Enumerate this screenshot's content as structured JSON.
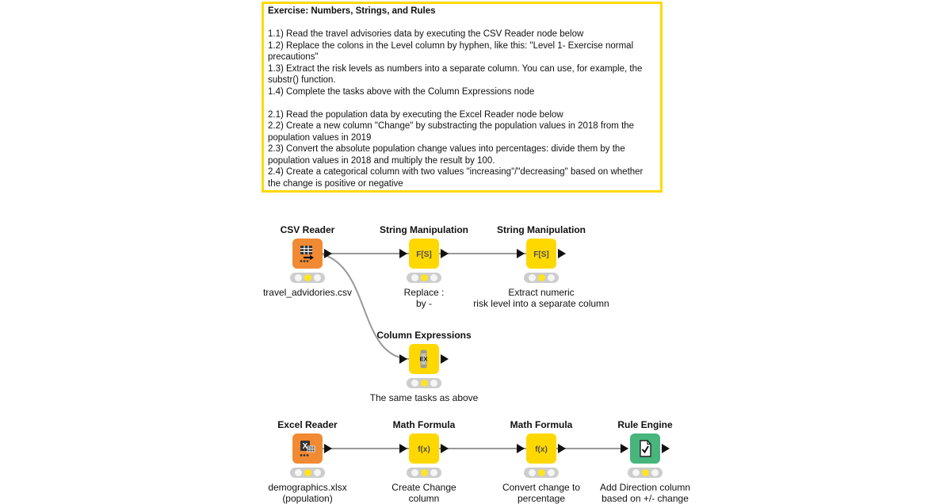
{
  "annotation": {
    "title": "Exercise: Numbers, Strings, and Rules",
    "section1": [
      "1.1) Read the travel advisories data by executing the CSV Reader node below",
      "1.2) Replace the colons in the Level column by hyphen, like this: \"Level 1- Exercise normal precautions\"",
      "1.3) Extract the risk levels as numbers into a separate column. You can use, for example, the substr() function.",
      "1.4) Complete the tasks above with the Column Expressions node"
    ],
    "section2": [
      "2.1) Read the population data by executing the Excel Reader node below",
      "2.2) Create a new column \"Change\" by substracting the population values in 2018 from the population values in 2019",
      "2.3) Convert the absolute population change values into percentages: divide them by the population values in 2018 and multiply the result by 100.",
      "2.4) Create a categorical column with two values \"increasing\"/\"decreasing\" based on whether the change is positive or negative"
    ]
  },
  "nodes": [
    {
      "title": "CSV Reader",
      "comment": "travel_advidories.csv",
      "status": "configured"
    },
    {
      "title": "String Manipulation",
      "icon_label": "F[S]",
      "comment": "Replace :\nby -",
      "status": "configured"
    },
    {
      "title": "String Manipulation",
      "icon_label": "F[S]",
      "comment": "Extract numeric\nrisk level into a separate column",
      "status": "configured"
    },
    {
      "title": "Column Expressions",
      "icon_label": "EX",
      "comment": "The same tasks as above",
      "status": "configured"
    },
    {
      "title": "Excel Reader",
      "icon_label": "X",
      "comment": "demographics.xlsx\n(population)",
      "status": "configured"
    },
    {
      "title": "Math Formula",
      "icon_label": "f(x)",
      "comment": "Create Change\ncolumn",
      "status": "configured"
    },
    {
      "title": "Math Formula",
      "icon_label": "f(x)",
      "comment": "Convert change to\npercentage",
      "status": "configured"
    },
    {
      "title": "Rule Engine",
      "comment": "Add Direction column\nbased on +/- change",
      "status": "configured"
    }
  ],
  "colors": {
    "reader_node": "#f18a33",
    "manipulator_node": "#ffd800",
    "rule_node": "#47b57c",
    "connection": "#999999",
    "annotation_border": "#ffd900",
    "traffic_light_active": "#ffe41f"
  }
}
